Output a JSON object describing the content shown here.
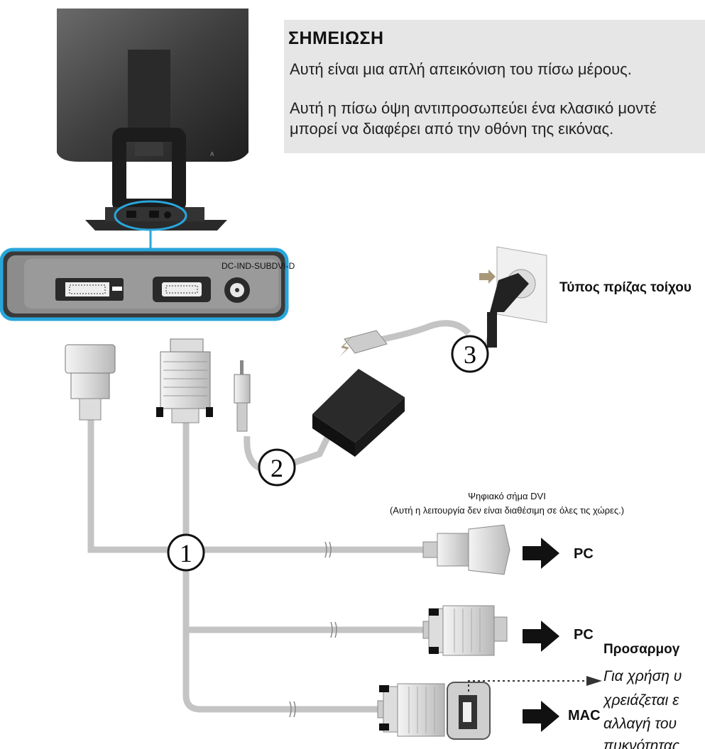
{
  "note": {
    "title": "ΣΗΜΕΙΩΣΗ",
    "item1": "Αυτή είναι μια απλή απεικόνιση του πίσω μέρους.",
    "item2_line1": "Αυτή η πίσω όψη αντιπροσωπεύει ένα κλασικό μοντέ",
    "item2_line2": "μπορεί να διαφέρει από την οθόνη της εικόνας."
  },
  "labels": {
    "port_label": "DC-IND-SUBDVI-D",
    "wall_outlet": "Τύπος πρίζας τοίχου",
    "dvi_title": "Ψηφιακό σήμα DVI",
    "dvi_note": "(Αυτή η λειτουργία δεν είναι διαθέσιμη σε όλες τις χώρες.)",
    "pc1": "PC",
    "pc2": "PC",
    "mac": "MAC",
    "step1": "1",
    "step2": "2",
    "step3": "3"
  },
  "adapter_note": {
    "heading": "Προσαρμογ",
    "line1": "Για χρήση υ",
    "line2": "χρειάζεται ε",
    "line3": "αλλαγή του",
    "line4": "πυκνότητας"
  }
}
